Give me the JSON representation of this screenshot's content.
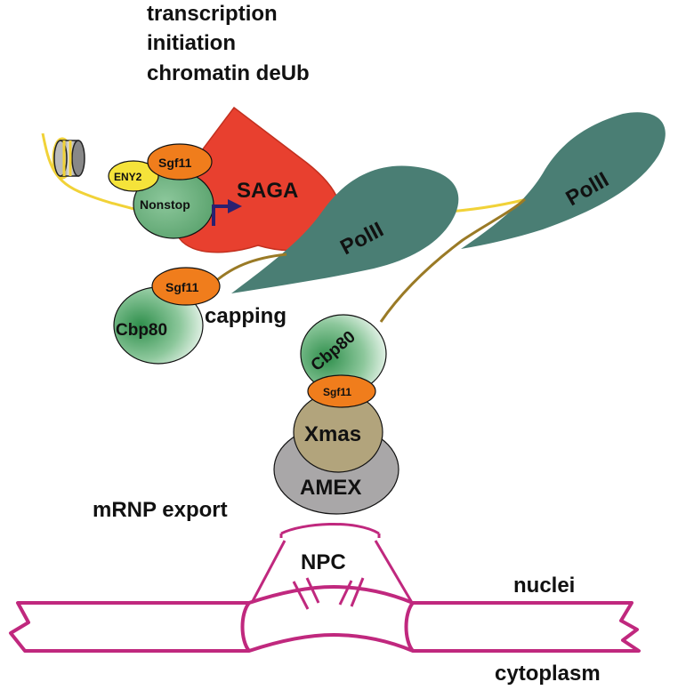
{
  "header": {
    "line1": "transcription",
    "line2": "initiation",
    "line3": "chromatin deUb"
  },
  "labels": {
    "saga": "SAGA",
    "pol1": "PolII",
    "pol2": "PolII",
    "eny2": "ENY2",
    "sgf11_top": "Sgf11",
    "nonstop": "Nonstop",
    "sgf11_mid": "Sgf11",
    "cbp80_left": "Cbp80",
    "capping": "capping",
    "cbp80_right": "Cbp80",
    "sgf11_small": "Sgf11",
    "xmas": "Xmas",
    "amex": "AMEX",
    "mrnp_export": "mRNP export",
    "npc": "NPC",
    "nuclei": "nuclei",
    "cytoplasm": "cytoplasm"
  },
  "colors": {
    "saga_red": "#e8402f",
    "polii_teal": "#4a7e74",
    "orange": "#f07d1c",
    "eny2_yellow": "#f5e33a",
    "nonstop_green": "#6aaa7c",
    "cbp80_green": "#3f9d5a",
    "xmas_tan": "#b2a47c",
    "amex_gray": "#a9a7a8",
    "membrane_magenta": "#c0287e",
    "dna_yellow": "#f1d238",
    "rna_brown": "#9a7a26",
    "arrow_navy": "#2b2070"
  }
}
